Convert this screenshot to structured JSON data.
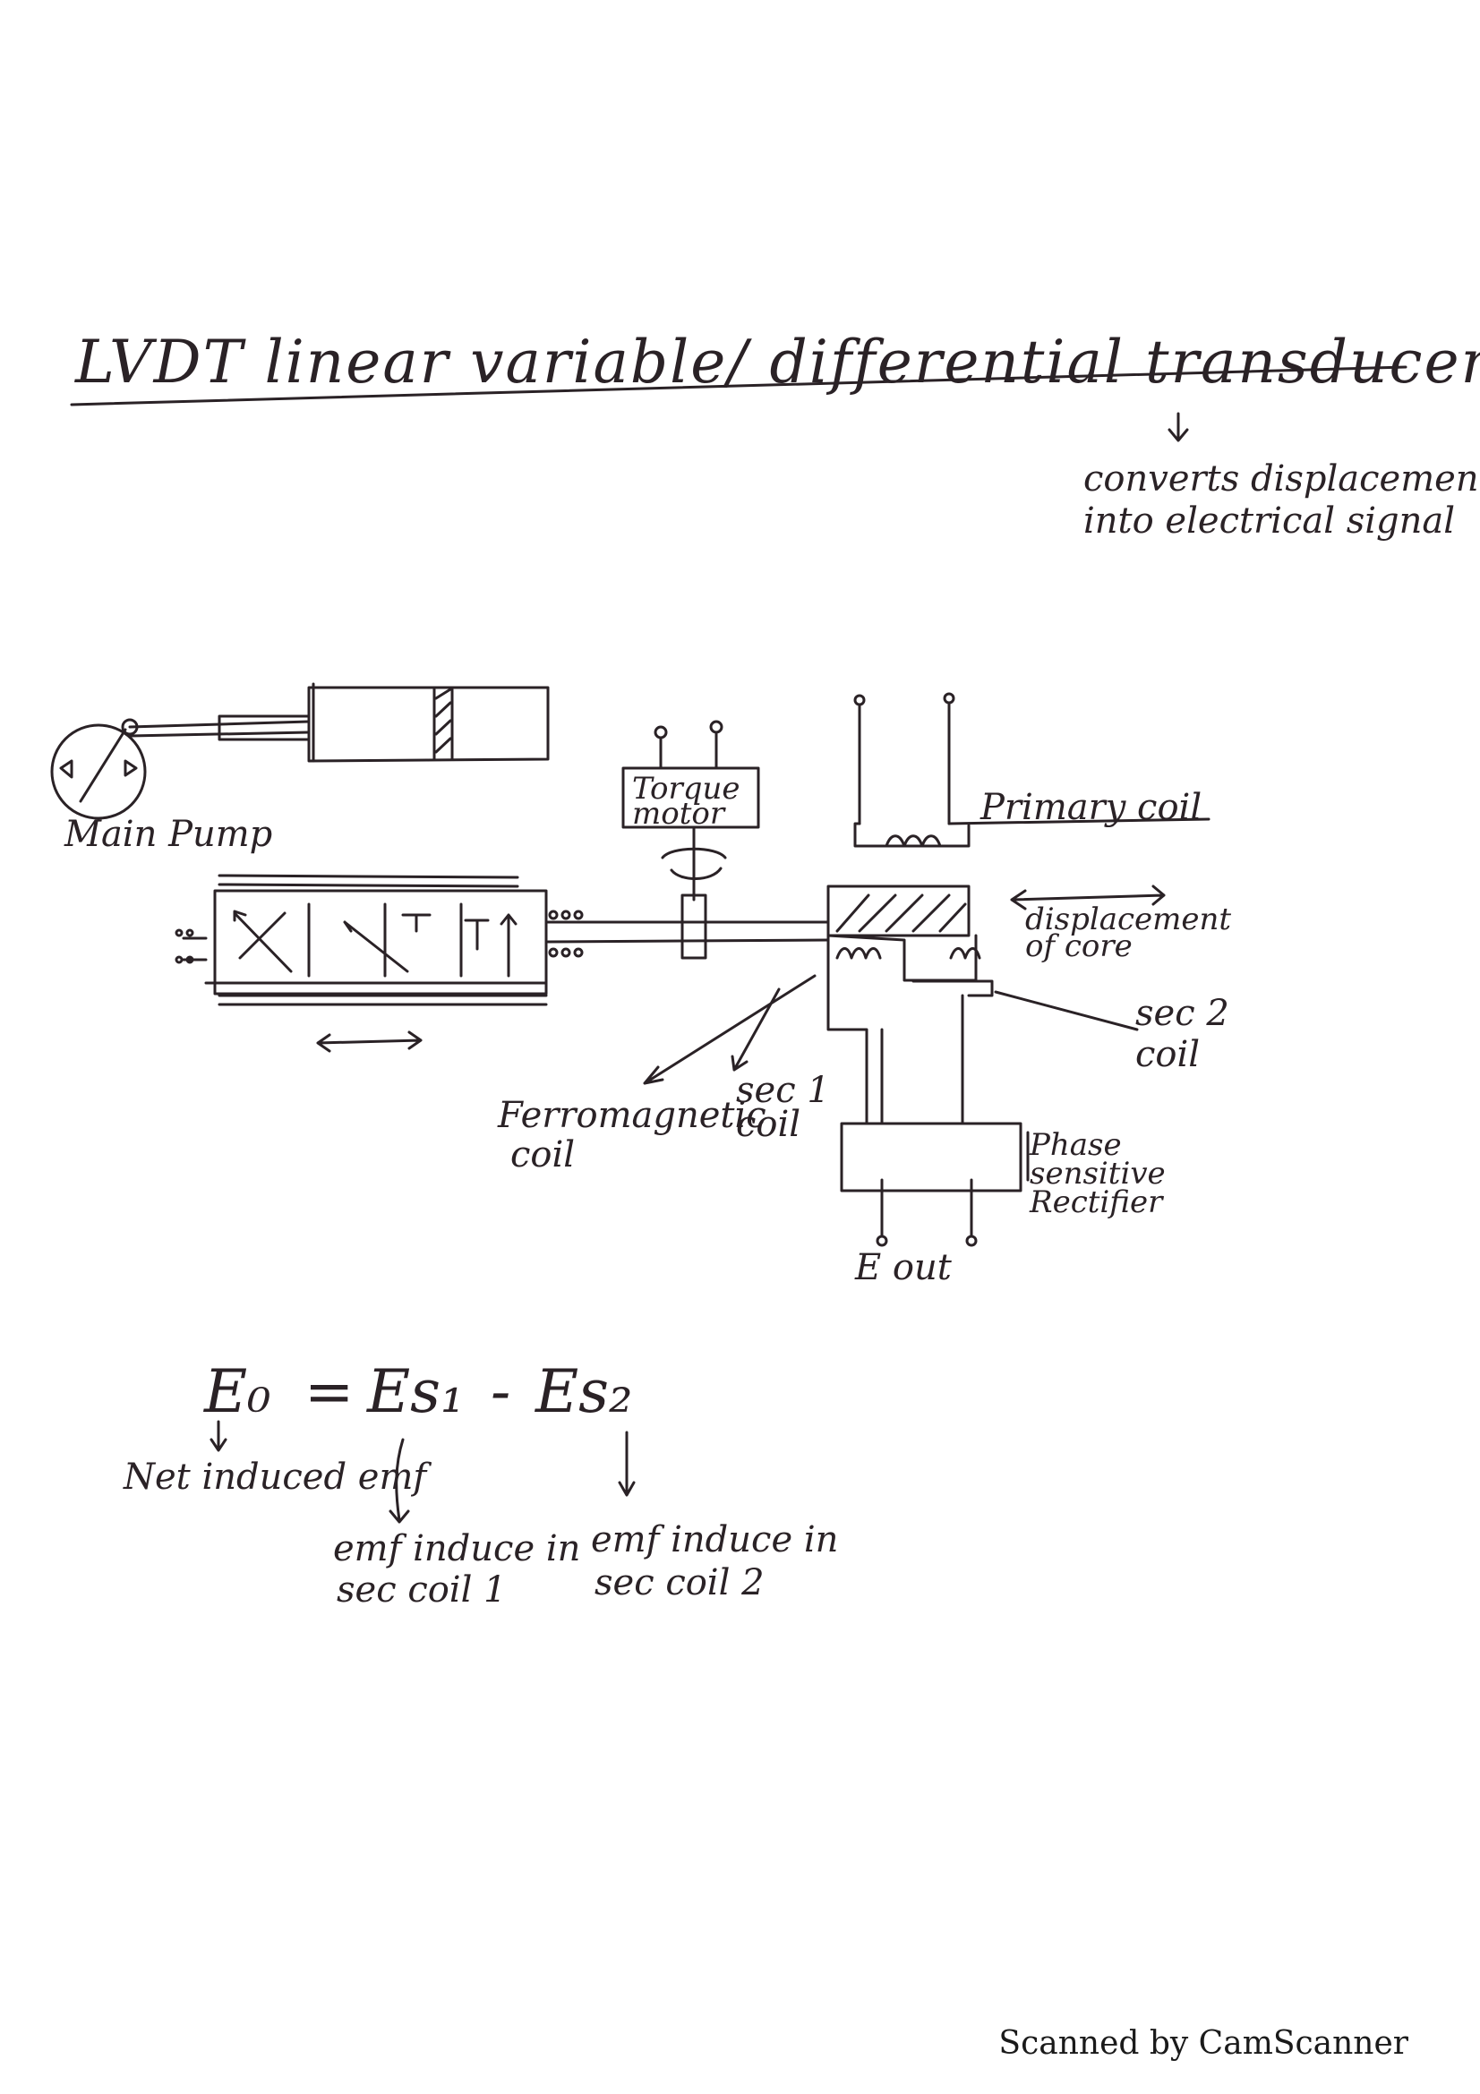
{
  "title": "LVDT  linear variable/ differential transducer",
  "note_lines": [
    "converts displacement",
    "into electrical signal"
  ],
  "labels": {
    "main_pump": "Main Pump",
    "torque_motor_1": "Torque",
    "torque_motor_2": "motor",
    "primary_coil": "Primary coil",
    "displacement_1": "displacement",
    "displacement_2": "of core",
    "sec2_1": "sec 2",
    "sec2_2": "coil",
    "sec1_1": "sec 1",
    "sec1_2": "coil",
    "ferro_1": "Ferromagnetic",
    "ferro_2": "coil",
    "phase_1": "Phase",
    "phase_2": "sensitive",
    "phase_3": "Rectifier",
    "eout": "E out"
  },
  "equation": {
    "lhs": "E₀",
    "eq": "=",
    "term1": "Es₁",
    "minus": "-",
    "term2": "Es₂"
  },
  "equation_notes": {
    "net": "Net induced emf",
    "sec1_1": "emf induce in",
    "sec1_2": "sec coil 1",
    "sec2_1": "emf induce in",
    "sec2_2": "sec coil 2"
  },
  "footer": "Scanned by CamScanner"
}
